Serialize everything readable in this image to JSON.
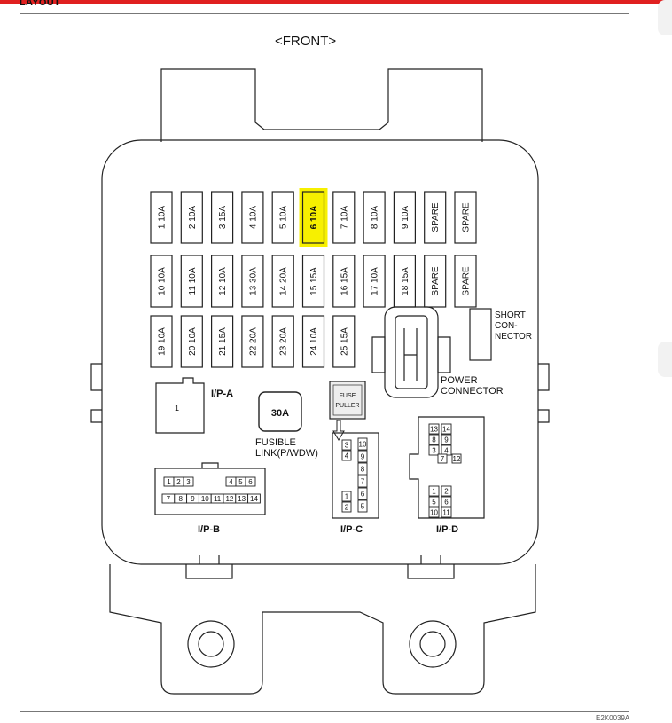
{
  "header": {
    "title": "LAYOUT",
    "front_label": "<FRONT>",
    "accent_color": "#e02020",
    "code": "E2K0039A"
  },
  "fuse_rows": [
    [
      {
        "label": "1 10A",
        "highlighted": false
      },
      {
        "label": "2 10A",
        "highlighted": false
      },
      {
        "label": "3 15A",
        "highlighted": false
      },
      {
        "label": "4 10A",
        "highlighted": false
      },
      {
        "label": "5 10A",
        "highlighted": false
      },
      {
        "label": "6 10A",
        "highlighted": true
      },
      {
        "label": "7 10A",
        "highlighted": false
      },
      {
        "label": "8 10A",
        "highlighted": false
      },
      {
        "label": "9 10A",
        "highlighted": false
      },
      {
        "label": "SPARE",
        "highlighted": false
      },
      {
        "label": "SPARE",
        "highlighted": false
      }
    ],
    [
      {
        "label": "10 10A",
        "highlighted": false
      },
      {
        "label": "11 10A",
        "highlighted": false
      },
      {
        "label": "12 10A",
        "highlighted": false
      },
      {
        "label": "13 30A",
        "highlighted": false
      },
      {
        "label": "14 20A",
        "highlighted": false
      },
      {
        "label": "15 15A",
        "highlighted": false
      },
      {
        "label": "16 15A",
        "highlighted": false
      },
      {
        "label": "17 10A",
        "highlighted": false
      },
      {
        "label": "18 15A",
        "highlighted": false
      },
      {
        "label": "SPARE",
        "highlighted": false
      },
      {
        "label": "SPARE",
        "highlighted": false
      }
    ],
    [
      {
        "label": "19 10A",
        "highlighted": false
      },
      {
        "label": "20 10A",
        "highlighted": false
      },
      {
        "label": "21 15A",
        "highlighted": false
      },
      {
        "label": "22 20A",
        "highlighted": false
      },
      {
        "label": "23 20A",
        "highlighted": false
      },
      {
        "label": "24 10A",
        "highlighted": false
      },
      {
        "label": "25 15A",
        "highlighted": false
      }
    ]
  ],
  "highlight_color": "#f7f000",
  "labels": {
    "short_connector": [
      "SHORT",
      "CON-",
      "NECTOR"
    ],
    "power_connector": [
      "POWER",
      "CONNECTOR"
    ],
    "ip_a": "I/P-A",
    "ip_a_pin": "1",
    "fusible_link_value": "30A",
    "fusible_link": [
      "FUSIBLE",
      "LINK(P/WDW)"
    ],
    "fuse_puller": [
      "FUSE",
      "PULLER"
    ],
    "ip_b": "I/P-B",
    "ip_c": "I/P-C",
    "ip_d": "I/P-D"
  },
  "ip_b_pins": {
    "top": [
      "1",
      "2",
      "3",
      "4",
      "5",
      "6"
    ],
    "bottom": [
      "7",
      "8",
      "9",
      "10",
      "11",
      "12",
      "13",
      "14"
    ]
  },
  "ip_c_pins": {
    "left": [
      "3",
      "4",
      "1",
      "2"
    ],
    "right": [
      "10",
      "9",
      "8",
      "7",
      "6",
      "5"
    ]
  },
  "ip_d_pins": {
    "top": [
      "13",
      "14",
      "8",
      "9",
      "3",
      "4"
    ],
    "middle": [
      "7",
      "12"
    ],
    "bottom": [
      "1",
      "2",
      "5",
      "6",
      "10",
      "11"
    ]
  }
}
